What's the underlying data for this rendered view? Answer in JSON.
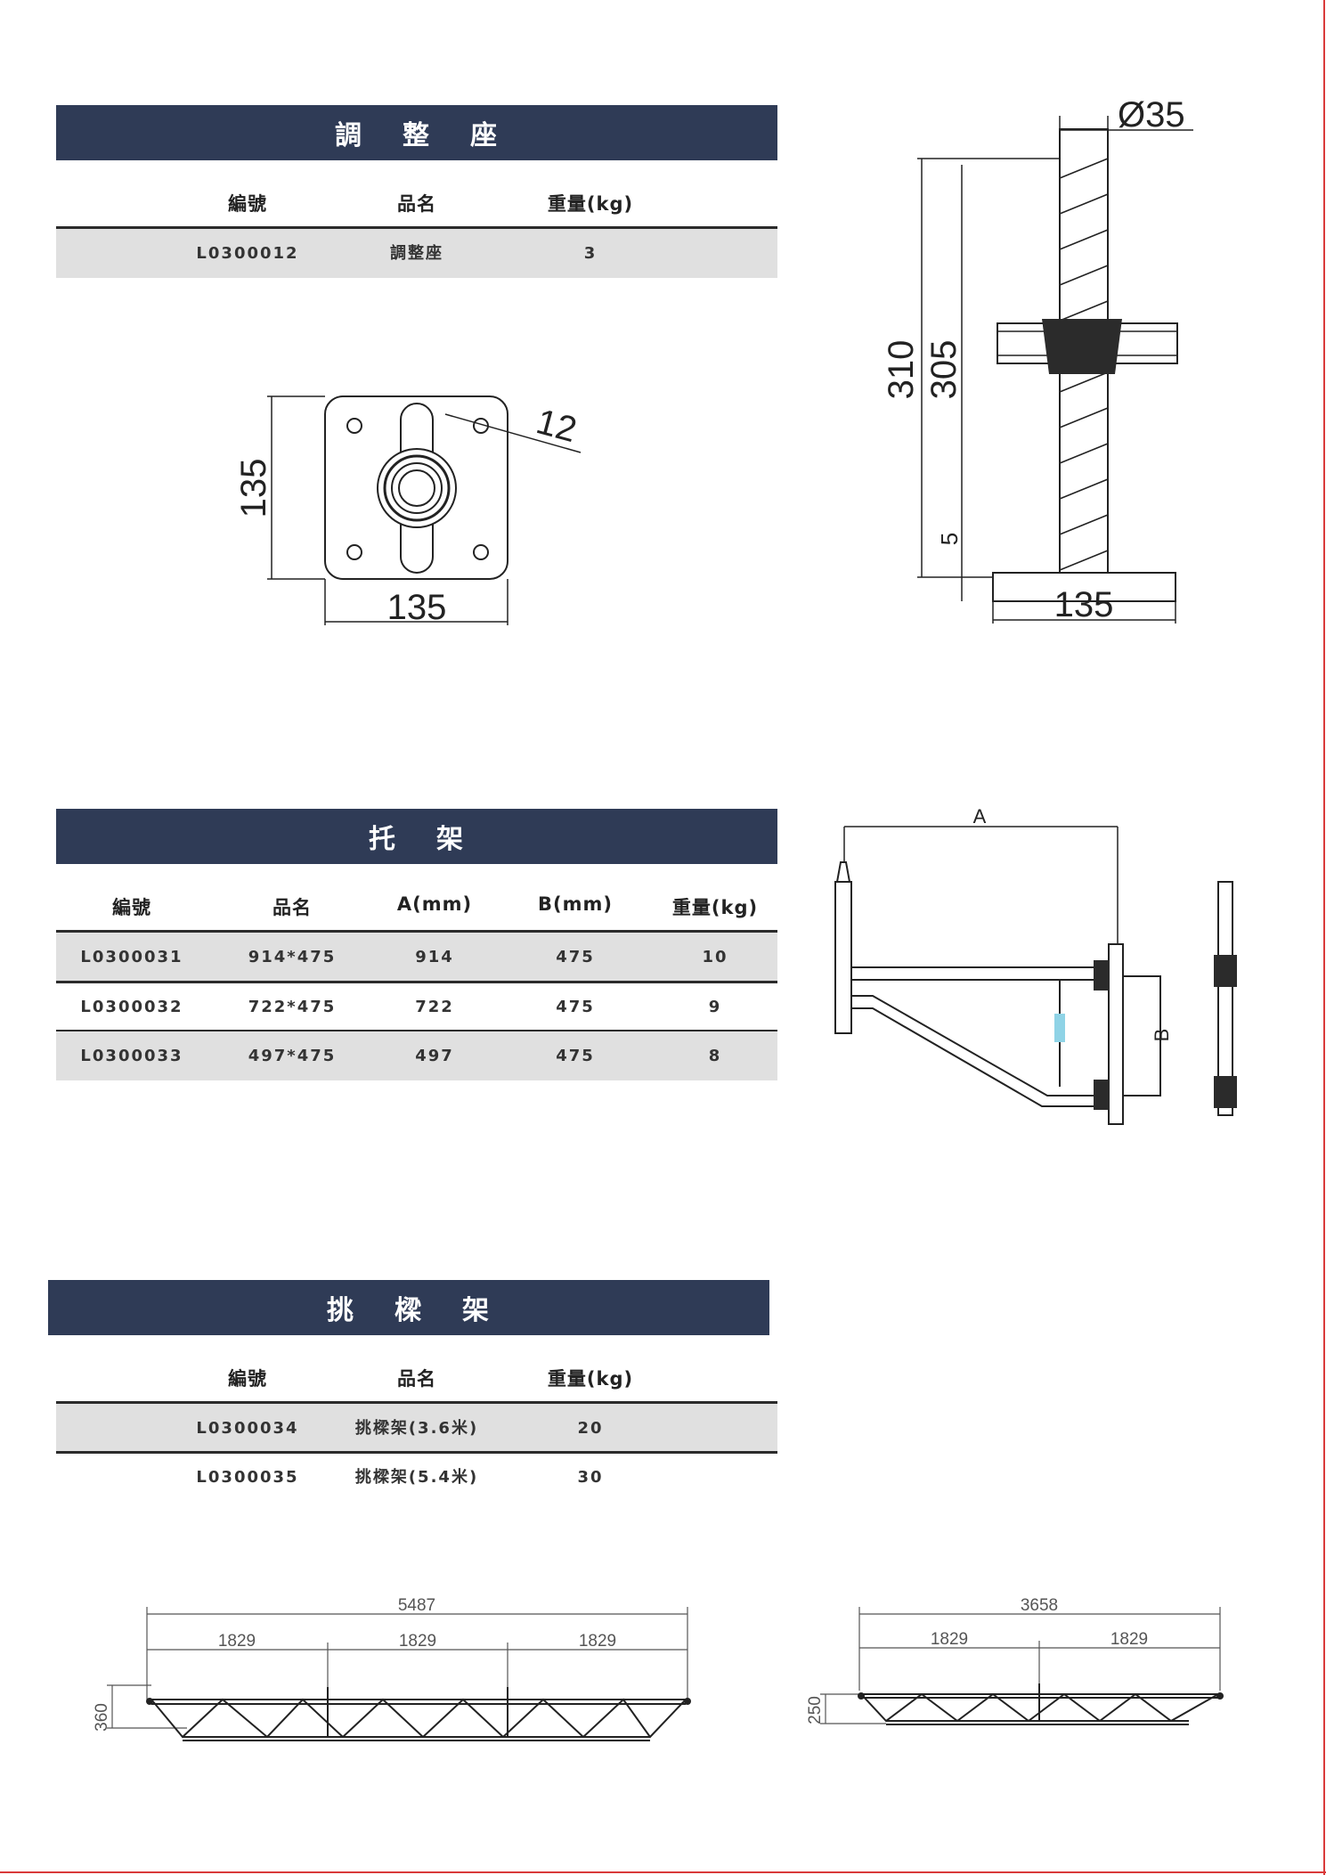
{
  "sections": {
    "adjuster": {
      "title": [
        "調",
        "整",
        "座"
      ],
      "headers": [
        "編號",
        "品名",
        "重量(kg)"
      ],
      "rows": [
        [
          "L0300012",
          "調整座",
          "3"
        ]
      ]
    },
    "bracket": {
      "title": [
        "托",
        "架"
      ],
      "headers": [
        "編號",
        "品名",
        "A(mm)",
        "B(mm)",
        "重量(kg)"
      ],
      "rows": [
        [
          "L0300031",
          "914*475",
          "914",
          "475",
          "10"
        ],
        [
          "L0300032",
          "722*475",
          "722",
          "475",
          "9"
        ],
        [
          "L0300033",
          "497*475",
          "497",
          "475",
          "8"
        ]
      ]
    },
    "cantilever": {
      "title": [
        "挑",
        "樑",
        "架"
      ],
      "headers": [
        "編號",
        "品名",
        "重量(kg)"
      ],
      "rows": [
        [
          "L0300034",
          "挑樑架(3.6米)",
          "20"
        ],
        [
          "L0300035",
          "挑樑架(5.4米)",
          "30"
        ]
      ]
    }
  },
  "drawings": {
    "base_plate": {
      "width": "135",
      "height": "135",
      "hole": "12"
    },
    "screw_jack": {
      "diameter": "Ø35",
      "total": "310",
      "thread": "305",
      "plate": "5",
      "base": "135"
    },
    "bracket_side": {
      "a": "A",
      "b": "B"
    },
    "truss_long": {
      "total": "5487",
      "seg1": "1829",
      "seg2": "1829",
      "seg3": "1829",
      "height": "360"
    },
    "truss_short": {
      "total": "3658",
      "seg1": "1829",
      "seg2": "1829",
      "height": "250"
    }
  },
  "colors": {
    "title_bar": "#2f3b56",
    "row_shade": "#e0e0e0",
    "border_accent": "#d93a3a"
  }
}
